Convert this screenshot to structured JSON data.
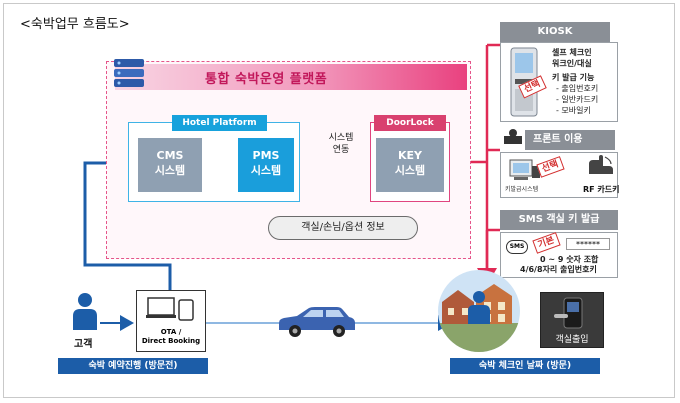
{
  "title": "<숙박업무 흐름도>",
  "platform": {
    "title": "통합 숙박운영 플랫폼"
  },
  "hotel": {
    "label": "Hotel Platform"
  },
  "cms": {
    "line1": "CMS",
    "line2": "시스템"
  },
  "pms": {
    "line1": "PMS",
    "line2": "시스템"
  },
  "doorlock": {
    "label": "DoorLock"
  },
  "key": {
    "line1": "KEY",
    "line2": "시스템"
  },
  "sync": {
    "line1": "시스템",
    "line2": "연동"
  },
  "info_pill": "객실/손님/옵션 정보",
  "kiosk": {
    "header": "KIOSK",
    "stamp": "선택",
    "line1": "셀프 체크인",
    "line2": "워크인/대실",
    "line3": "키 발급 기능",
    "opt1": "- 출입번호키",
    "opt2": "- 일반카드키",
    "opt3": "- 모바일키"
  },
  "front": {
    "header": "프론트 이용",
    "stamp": "선택",
    "device_label": "키발급시스템",
    "rf_label": "RF 카드키"
  },
  "sms": {
    "header": "SMS 객실 키 발급",
    "stamp": "기본",
    "sms_label": "SMS",
    "stars": "******",
    "line1": "0 ~ 9 숫자 조합",
    "line2": "4/6/8자리 출입번호키"
  },
  "guest": {
    "label": "고객"
  },
  "ota": {
    "line1": "OTA /",
    "line2": "Direct Booking"
  },
  "booking_bar": "숙박 예약진행 (방문전)",
  "checkin_bar": "숙박 체크인 날짜 (방문)",
  "room_entry": "객실출입",
  "colors": {
    "blue": "#1c5da8",
    "red": "#e02a55",
    "pms": "#1a9edb",
    "gray": "#8fa0b2"
  }
}
